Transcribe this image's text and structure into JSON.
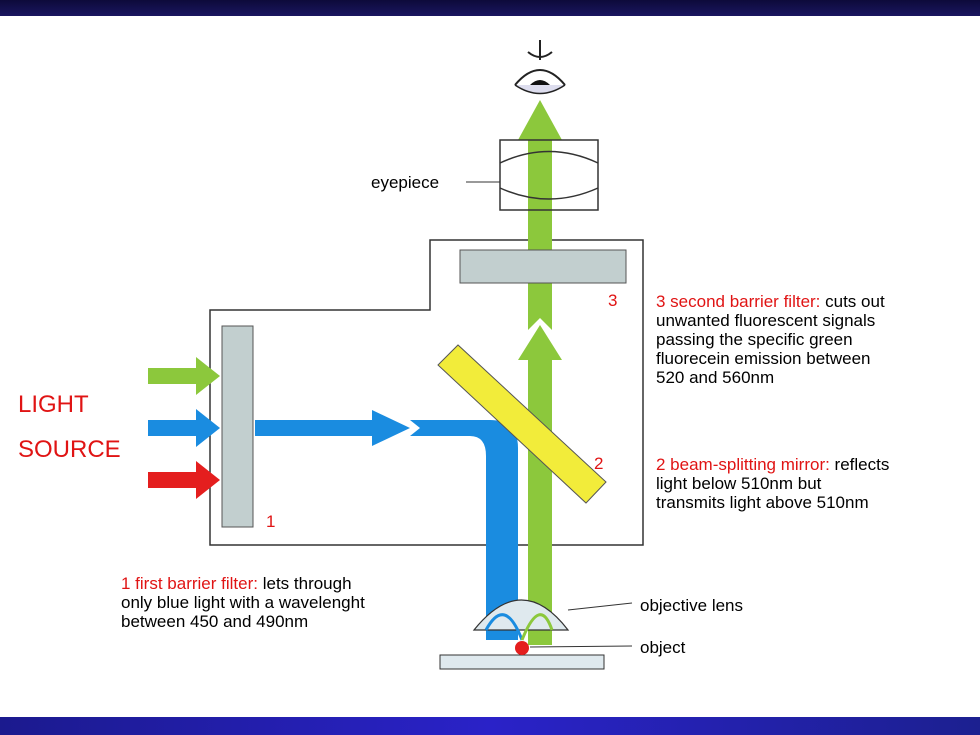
{
  "light_source": {
    "line1": "LIGHT",
    "line2": "SOURCE"
  },
  "components": {
    "eyepiece": "eyepiece",
    "objective_lens": "objective lens",
    "object": "object"
  },
  "markers": {
    "filter1": "1",
    "mirror2": "2",
    "filter3": "3"
  },
  "notes": {
    "filter3": {
      "title": "3 second barrier filter:",
      "lines": [
        " cuts out",
        "unwanted fluorescent signals",
        "passing the specific green",
        "fluorecein emission between",
        "520 and 560nm"
      ]
    },
    "mirror2": {
      "title": "2  beam-splitting mirror:",
      "lines": [
        " reflects",
        "light below 510nm but",
        "transmits light above 510nm"
      ]
    },
    "filter1": {
      "title": "1  first barrier filter:",
      "lines": [
        " lets through",
        "only blue light with a wavelenght",
        "between 450 and 490nm"
      ]
    }
  },
  "colors": {
    "blue_beam": "#1a8ce0",
    "green_beam": "#8cc83c",
    "red_arrow": "#e41e1e",
    "filter_gray": "#c2cfcf",
    "mirror_yellow": "#f2ec3a",
    "annotation_red": "#e01414",
    "header_navy": "#0d0a3a",
    "footer_blue": "#2a22c8"
  },
  "icons": {
    "eye": "eye-icon"
  }
}
